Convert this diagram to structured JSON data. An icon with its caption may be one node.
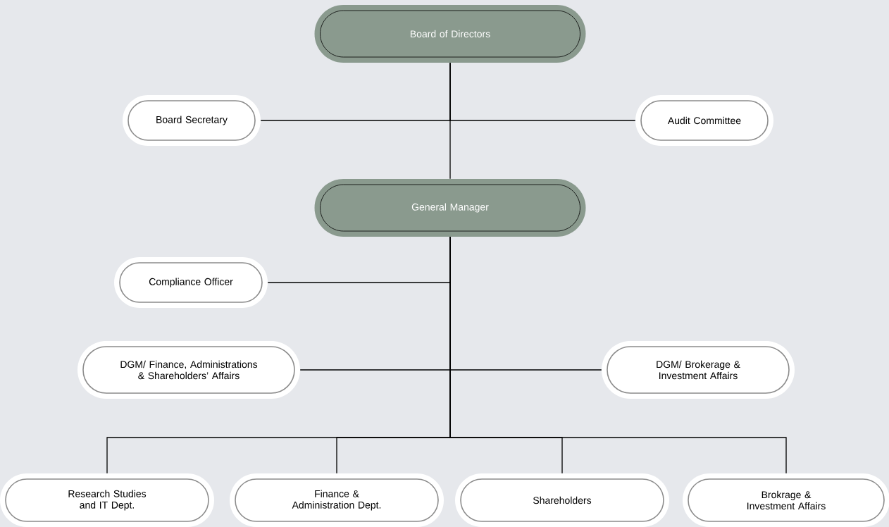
{
  "diagram": {
    "nodes": [
      {
        "text": [
          "Board of Directors"
        ]
      },
      {
        "text": [
          "Board Secretary"
        ]
      },
      {
        "text": [
          "Audit Committee"
        ]
      },
      {
        "text": [
          "General Manager"
        ]
      },
      {
        "text": [
          "Compliance Officer"
        ]
      },
      {
        "text": [
          "DGM/ Finance, Administrations & Shareholders’ Affairs"
        ]
      },
      {
        "text": [
          "DGM/ Brokerage & Investment Affairs"
        ]
      },
      {
        "text": [
          "Research Studies and IT Dept."
        ]
      },
      {
        "text": [
          "Finance & Administration Dept."
        ]
      },
      {
        "text": [
          "Shareholders"
        ]
      },
      {
        "text": [
          "Brokrage & Investment Affairs"
        ]
      }
    ],
    "edges": [
      {
        "from": 0,
        "to": 1,
        "arrow": "none"
      },
      {
        "from": 0,
        "to": 2,
        "arrow": "none"
      },
      {
        "from": 0,
        "to": 3,
        "arrow": "none"
      },
      {
        "from": 3,
        "to": 4,
        "arrow": "none"
      },
      {
        "from": 3,
        "to": 5,
        "arrow": "none"
      },
      {
        "from": 3,
        "to": 6,
        "arrow": "none"
      },
      {
        "from": 3,
        "to": 7,
        "arrow": "none"
      },
      {
        "from": 3,
        "to": 8,
        "arrow": "none"
      },
      {
        "from": 3,
        "to": 9,
        "arrow": "none"
      },
      {
        "from": 3,
        "to": 10,
        "arrow": "none"
      }
    ]
  }
}
